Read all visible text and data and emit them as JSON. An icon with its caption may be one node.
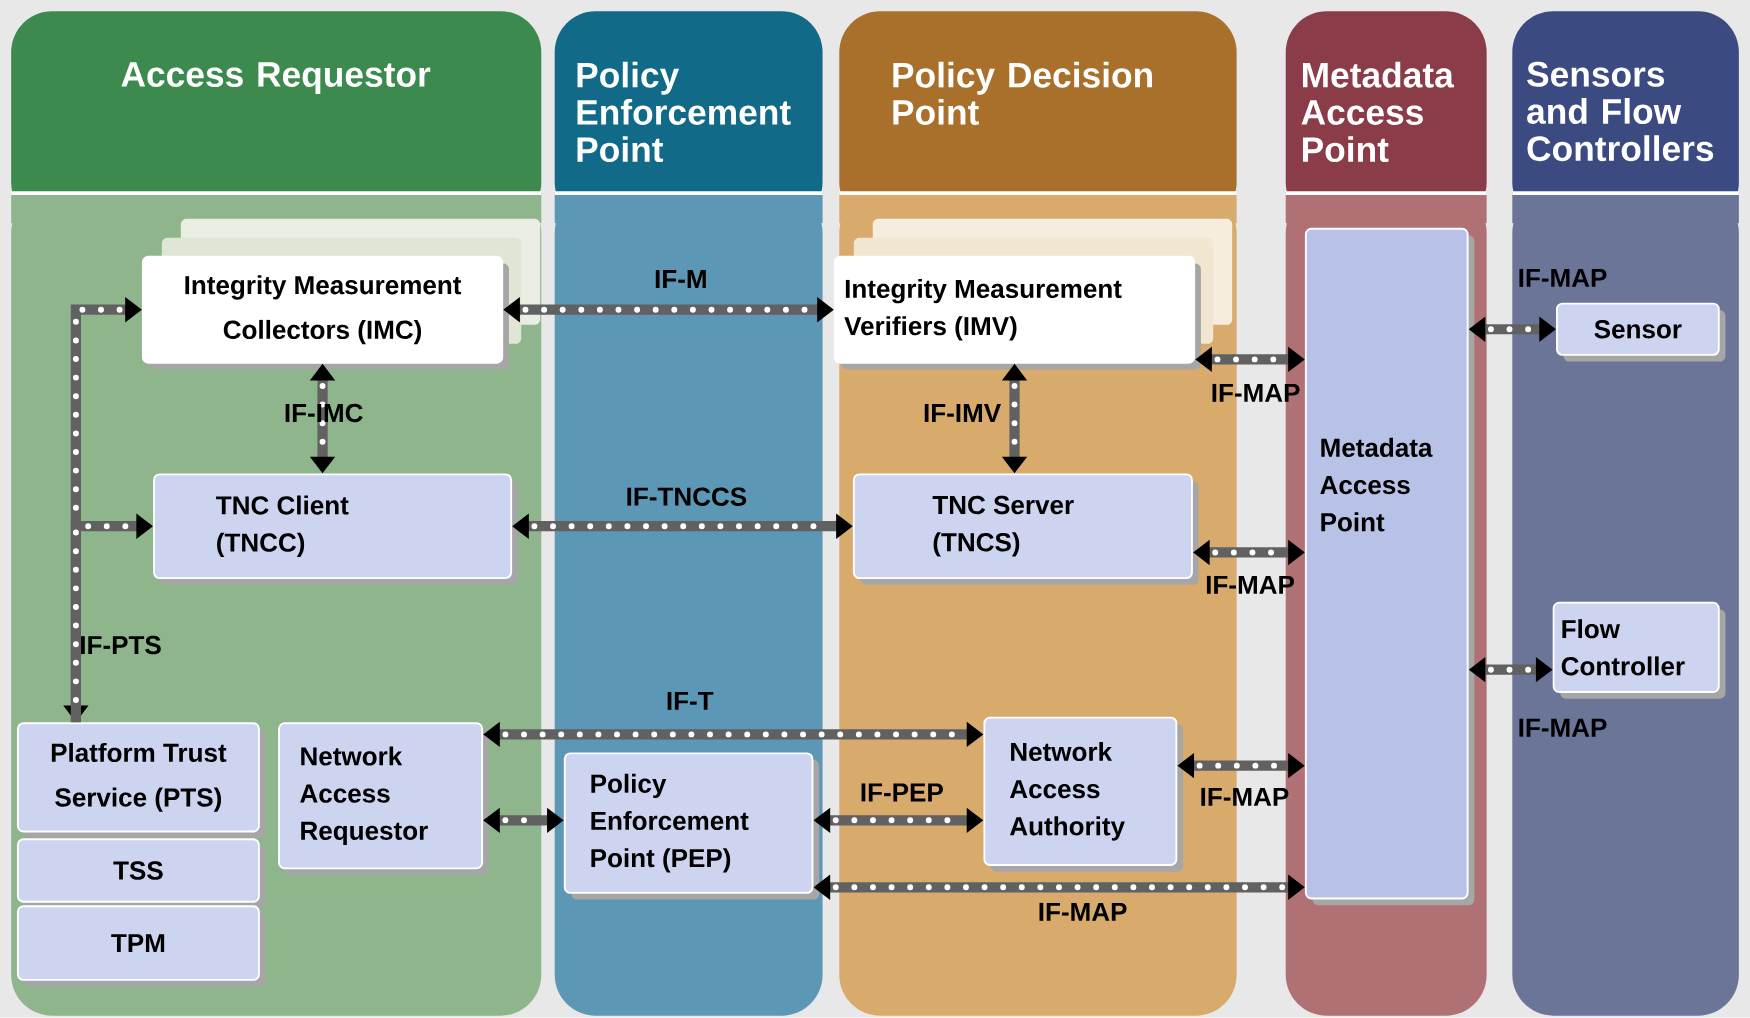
{
  "diagram": {
    "nodes": [
      {
        "text": [
          "Access Requestor"
        ]
      },
      {
        "text": [
          "Policy Enforcement Point"
        ]
      },
      {
        "text": [
          "Policy Decision Point"
        ]
      },
      {
        "text": [
          "Metadata Access Point"
        ]
      },
      {
        "text": [
          "Sensors and Flow Controllers"
        ]
      },
      {
        "text": [
          "Integrity Measurement Collectors (IMC)"
        ],
        "in": 0
      },
      {
        "text": [
          "Integrity Measurement Verifiers (IMV)"
        ],
        "in": 2
      },
      {
        "text": [
          "TNC Client (TNCC)"
        ],
        "in": 0
      },
      {
        "text": [
          "TNC Server (TNCS)"
        ],
        "in": 2
      },
      {
        "text": [
          "Metadata Access Point"
        ],
        "in": 3
      },
      {
        "text": [
          "Sensor"
        ],
        "in": 4
      },
      {
        "text": [
          "Flow Controller"
        ],
        "in": 4
      },
      {
        "text": [
          "Platform Trust Service (PTS)"
        ],
        "in": 0
      },
      {
        "text": [
          "TSS"
        ],
        "in": 0
      },
      {
        "text": [
          "TPM"
        ],
        "in": 0
      },
      {
        "text": [
          "Network Access Requestor"
        ],
        "in": 0
      },
      {
        "text": [
          "Policy Enforcement Point (PEP)"
        ],
        "in": 1
      },
      {
        "text": [
          "Network Access Authority"
        ],
        "in": 2
      }
    ],
    "edges": [
      {
        "from": 5,
        "to": 6,
        "arrow": "both",
        "label": "IF-M"
      },
      {
        "from": 5,
        "to": 7,
        "arrow": "both",
        "label": "IF-IMC"
      },
      {
        "from": 6,
        "to": 8,
        "arrow": "both",
        "label": "IF-IMV"
      },
      {
        "from": 7,
        "to": 8,
        "arrow": "both",
        "label": "IF-TNCCS"
      },
      {
        "from": 6,
        "to": 9,
        "arrow": "both",
        "label": "IF-MAP"
      },
      {
        "from": 8,
        "to": 9,
        "arrow": "both",
        "label": "IF-MAP"
      },
      {
        "from": 9,
        "to": 10,
        "arrow": "both",
        "label": "IF-MAP"
      },
      {
        "from": 9,
        "to": 11,
        "arrow": "both",
        "label": "IF-MAP"
      },
      {
        "from": 15,
        "to": 17,
        "arrow": "both",
        "label": "IF-T"
      },
      {
        "from": 15,
        "to": 16,
        "arrow": "both"
      },
      {
        "from": 16,
        "to": 17,
        "arrow": "both",
        "label": "IF-PEP"
      },
      {
        "from": 17,
        "to": 9,
        "arrow": "both",
        "label": "IF-MAP"
      },
      {
        "from": 16,
        "to": 9,
        "arrow": "both",
        "label": "IF-MAP"
      },
      {
        "from": 5,
        "to": 12,
        "arrow": "both",
        "label": "IF-PTS"
      },
      {
        "from": 12,
        "to": 7,
        "arrow": "to"
      }
    ]
  }
}
